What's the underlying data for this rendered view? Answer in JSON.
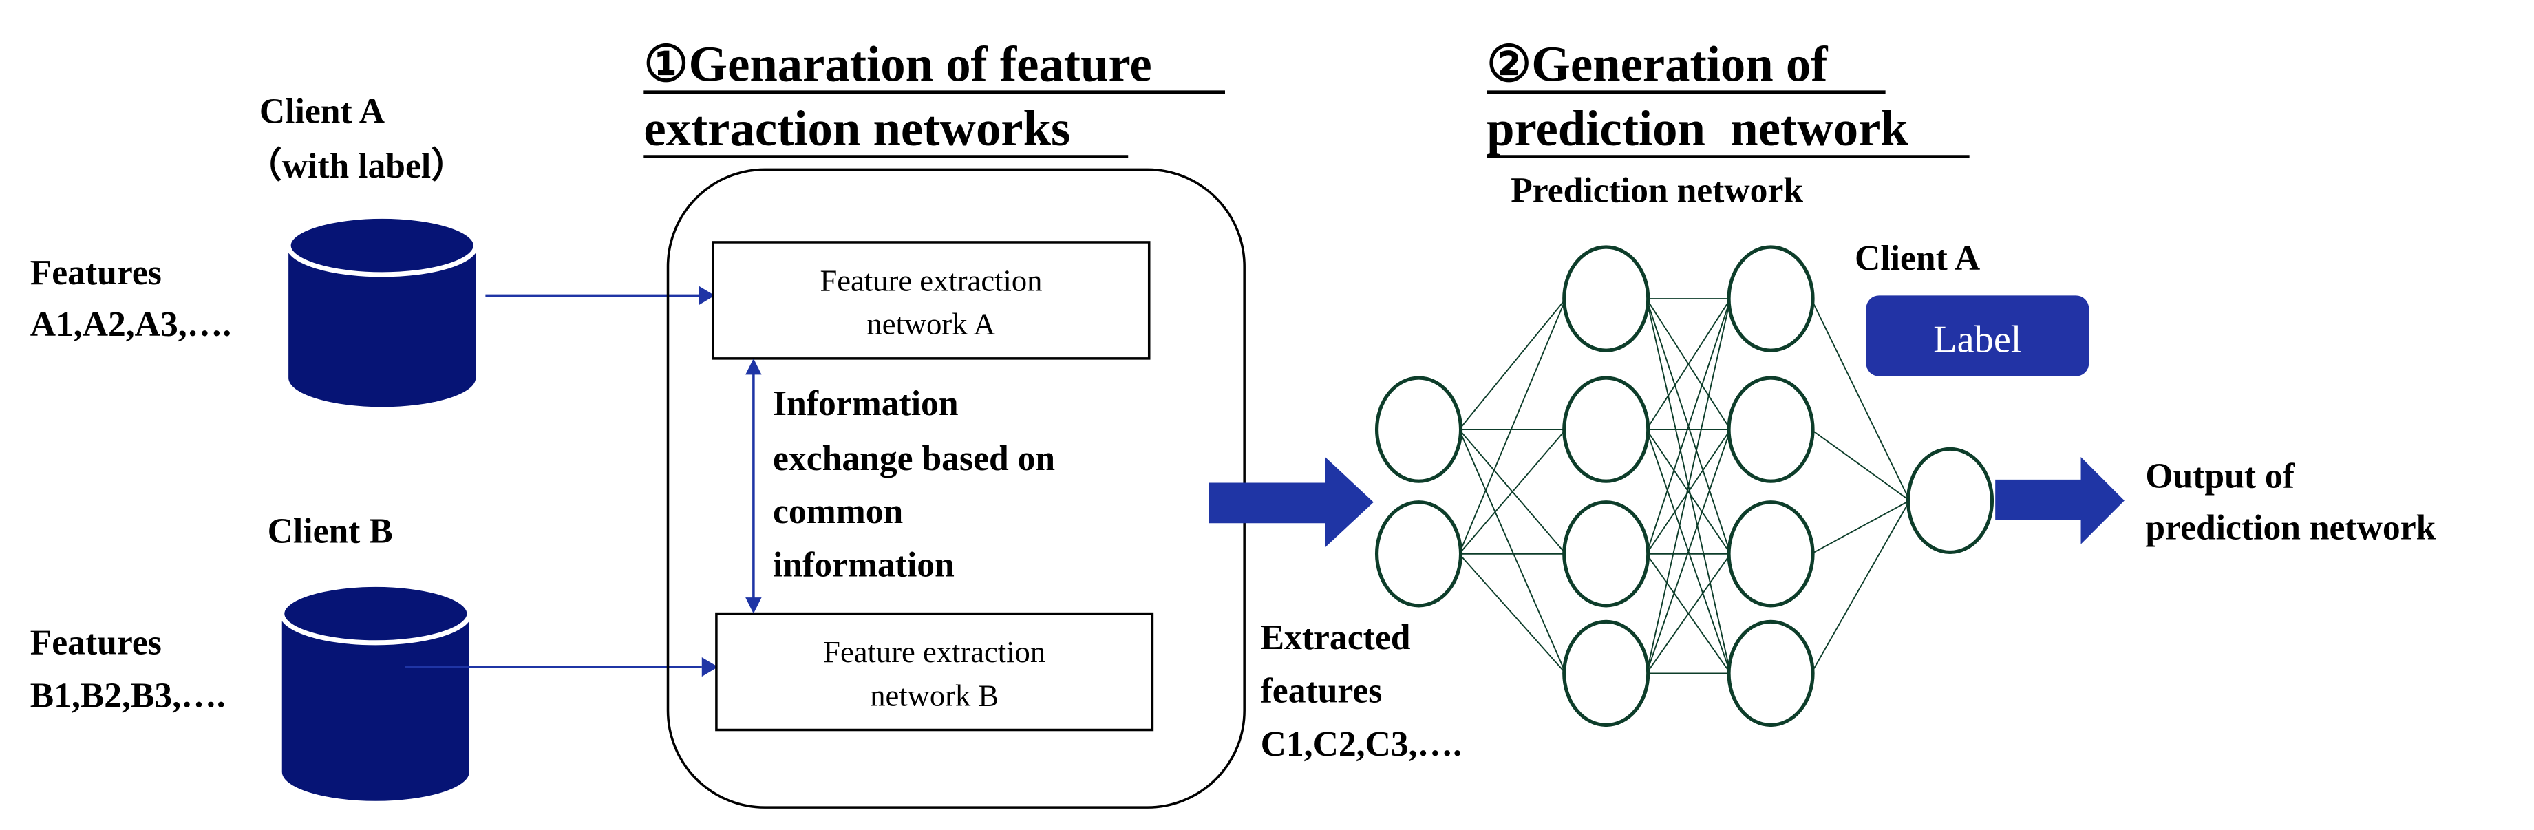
{
  "colors": {
    "database": "#061475",
    "arrow": "#1f35a5",
    "label_box": "#2233a5",
    "node_stroke": "#0d3d2a"
  },
  "section1": {
    "title_line1": "①Genaration of feature",
    "title_line2": "extraction networks"
  },
  "section2": {
    "title_line1": "②Generation of",
    "title_line2": "prediction  network",
    "subtitle": "Prediction network"
  },
  "client_a": {
    "name": "Client A",
    "note": "（with label）",
    "features_label": "Features",
    "features_values": "A1,A2,A3,…."
  },
  "client_b": {
    "name": "Client B",
    "features_label": "Features",
    "features_values": "B1,B2,B3,…."
  },
  "network_a": {
    "line1": "Feature extraction",
    "line2": "network A"
  },
  "network_b": {
    "line1": "Feature extraction",
    "line2": "network B"
  },
  "exchange": {
    "lines": [
      "Information",
      "exchange based on",
      "common",
      "information"
    ]
  },
  "extracted": {
    "lines": [
      "Extracted",
      "features",
      "C1,C2,C3,…."
    ]
  },
  "prediction": {
    "client": "Client A",
    "label_box": "Label",
    "output_lines": [
      "Output of",
      "prediction network"
    ]
  },
  "neural_net": {
    "layers": [
      2,
      4,
      4,
      1
    ]
  }
}
